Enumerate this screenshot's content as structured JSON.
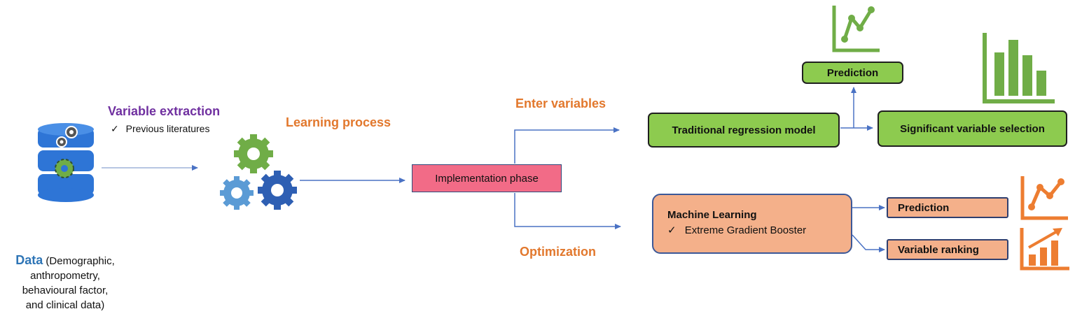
{
  "data_source": {
    "title": "Data",
    "details_line1": "(Demographic,",
    "details_line2": "anthropometry,",
    "details_line3": "behavioural factor,",
    "details_line4": "and clinical data)"
  },
  "variable_extraction": {
    "title": "Variable extraction",
    "check": "✓",
    "item": "Previous literatures"
  },
  "learning_process": {
    "label": "Learning process"
  },
  "implementation": {
    "label": "Implementation phase"
  },
  "branches": {
    "enter_variables": "Enter variables",
    "optimization": "Optimization"
  },
  "traditional": {
    "model": "Traditional regression model",
    "prediction": "Prediction",
    "selection": "Significant variable selection"
  },
  "machine_learning": {
    "title": "Machine Learning",
    "check": "✓",
    "method": "Extreme Gradient Booster",
    "prediction": "Prediction",
    "ranking": "Variable ranking"
  },
  "colors": {
    "green": "#8dcb4f",
    "orange": "#f4b08a",
    "pink": "#f26b87",
    "arrow": "#4a72c4",
    "icon_green": "#70ad47",
    "icon_orange": "#ed7d31"
  },
  "icons": [
    "database-icon",
    "gears-icon",
    "line-chart-icon",
    "bar-chart-icon",
    "trend-up-icon"
  ]
}
